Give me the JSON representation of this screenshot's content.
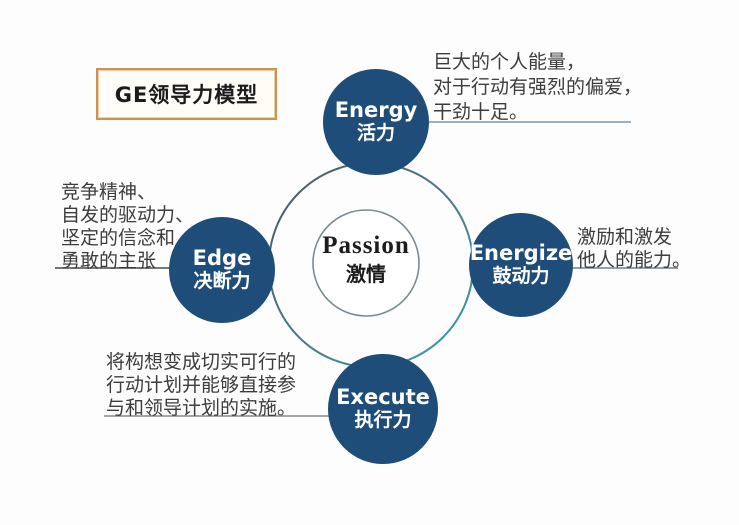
{
  "title": {
    "label": "GE领导力模型"
  },
  "center": {
    "en": "Passion",
    "zh": "激情"
  },
  "nodes": [
    {
      "id": "energy",
      "en": "Energy",
      "zh": "活力",
      "note_lines": [
        "巨大的个人能量，",
        "对于行动有强烈的偏爱，",
        "干劲十足。"
      ]
    },
    {
      "id": "edge",
      "en": "Edge",
      "zh": "决断力",
      "note_lines": [
        "竞争精神、",
        "自发的驱动力、",
        "坚定的信念和",
        "勇敢的主张"
      ]
    },
    {
      "id": "energize",
      "en": "Energize",
      "zh": "鼓动力",
      "note_lines": [
        "激励和激发",
        "他人的能力。"
      ]
    },
    {
      "id": "execute",
      "en": "Execute",
      "zh": "执行力",
      "note_lines": [
        "将构想变成切实可行的",
        "行动计划并能够直接参",
        "与和领导计划的实施。"
      ]
    }
  ],
  "colors": {
    "node_fill": "#1d4d78",
    "node_text": "#ffffff",
    "ring_dark": "#4b5763",
    "ring_teal": "#2ea3a3",
    "center_stroke": "#7a8a93",
    "title_border": "#cf9152",
    "note_text": "#3d3d3d"
  }
}
